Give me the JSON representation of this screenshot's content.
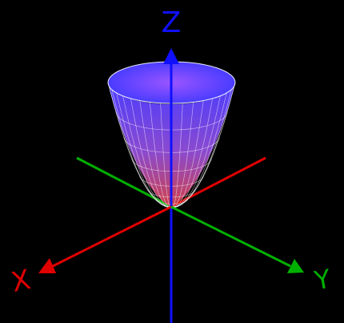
{
  "scene": {
    "background": "#000000",
    "surface": {
      "shape": "paraboloid",
      "color_top": "#4a3cff",
      "color_bottom": "#d0404a",
      "mesh_color": "#ffffff"
    },
    "axes": [
      {
        "id": "x",
        "label": "X",
        "color": "#e00000"
      },
      {
        "id": "y",
        "label": "Y",
        "color": "#00b000"
      },
      {
        "id": "z",
        "label": "Z",
        "color": "#1010ff"
      }
    ]
  }
}
